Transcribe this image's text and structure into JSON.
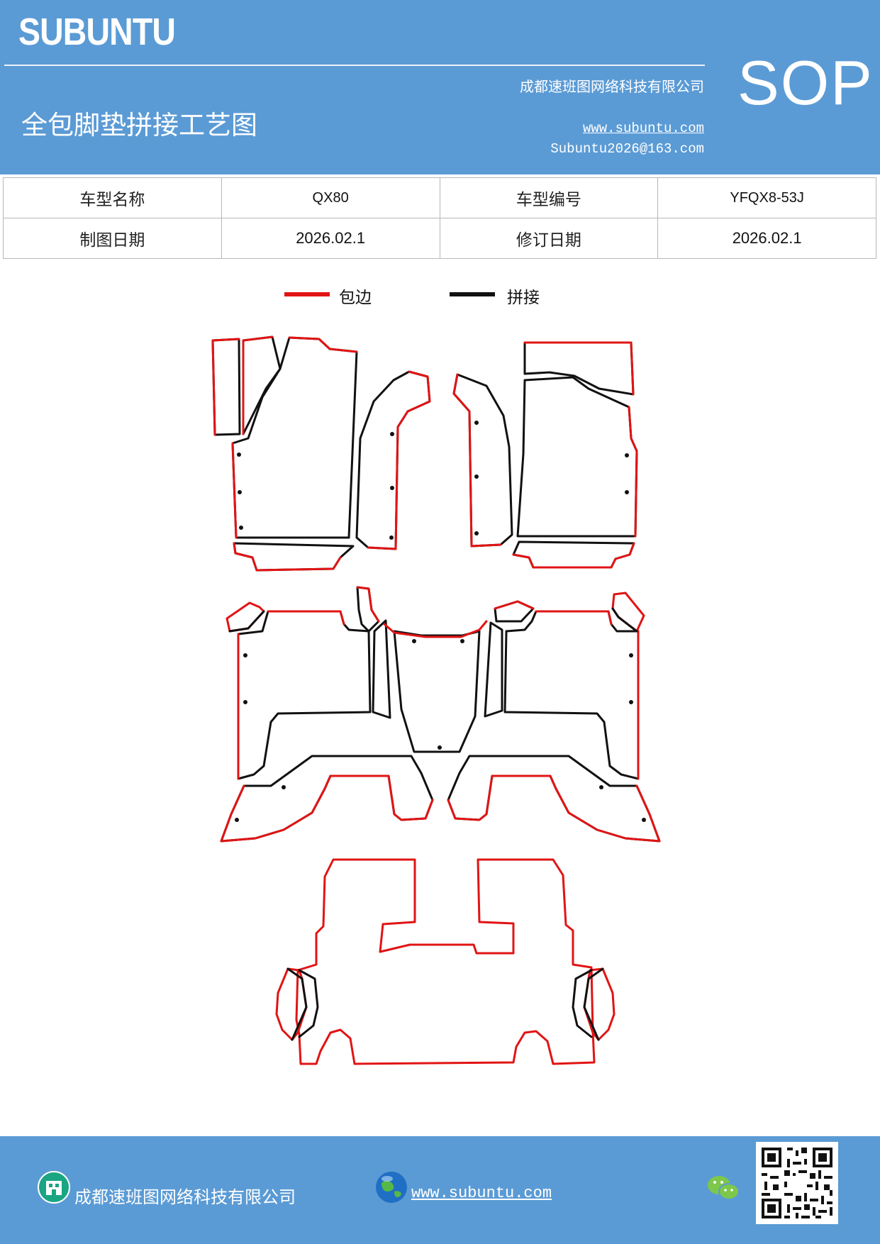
{
  "header": {
    "brand": "SUBUNTU",
    "company": "成都速班图网络科技有限公司",
    "title": "全包脚垫拼接工艺图",
    "website": "www.subuntu.com",
    "email": "Subuntu2026@163.com",
    "badge": "SOP"
  },
  "info": {
    "row1": {
      "model_name_label": "车型名称",
      "model_name": "QX80",
      "model_code_label": "车型编号",
      "model_code": "YFQX8-53J"
    },
    "row2": {
      "draw_date_label": "制图日期",
      "draw_date": "2026.02.1",
      "revise_date_label": "修订日期",
      "revise_date": "2026.02.1"
    }
  },
  "legend": {
    "edge_label": "包边",
    "edge_color": "#e11414",
    "seam_label": "拼接",
    "seam_color": "#111111"
  },
  "footer": {
    "company": "成都速班图网络科技有限公司",
    "website": "www.subuntu.com",
    "icons": [
      "building-icon",
      "globe-icon",
      "wechat-icon",
      "qr-code"
    ]
  }
}
